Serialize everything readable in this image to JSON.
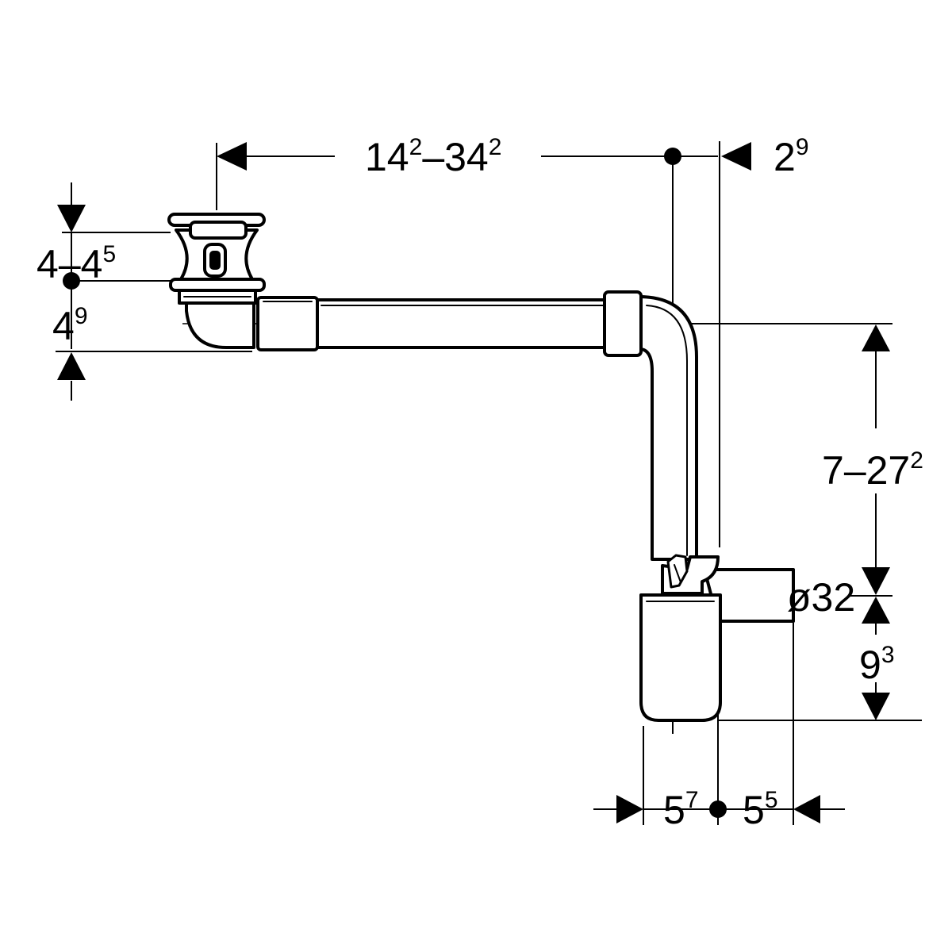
{
  "colors": {
    "line": "#000000",
    "background": "#ffffff"
  },
  "dimensions": {
    "horizontal_length": {
      "from_base": "14",
      "from_sup": "2",
      "to_base": "34",
      "to_sup": "2",
      "separator": "–"
    },
    "offset_top": {
      "base": "2",
      "sup": "9"
    },
    "waste_valve_height": {
      "from_base": "4",
      "to_base": "4",
      "to_sup": "5",
      "separator": "–"
    },
    "waste_valve_lower": {
      "base": "4",
      "sup": "9"
    },
    "vertical_length": {
      "from_base": "7",
      "to_base": "27",
      "to_sup": "2",
      "separator": "–"
    },
    "outlet_diameter": {
      "text": "ø32"
    },
    "trap_height": {
      "base": "9",
      "sup": "3"
    },
    "trap_width_left": {
      "base": "5",
      "sup": "7"
    },
    "trap_width_right": {
      "base": "5",
      "sup": "5"
    }
  }
}
